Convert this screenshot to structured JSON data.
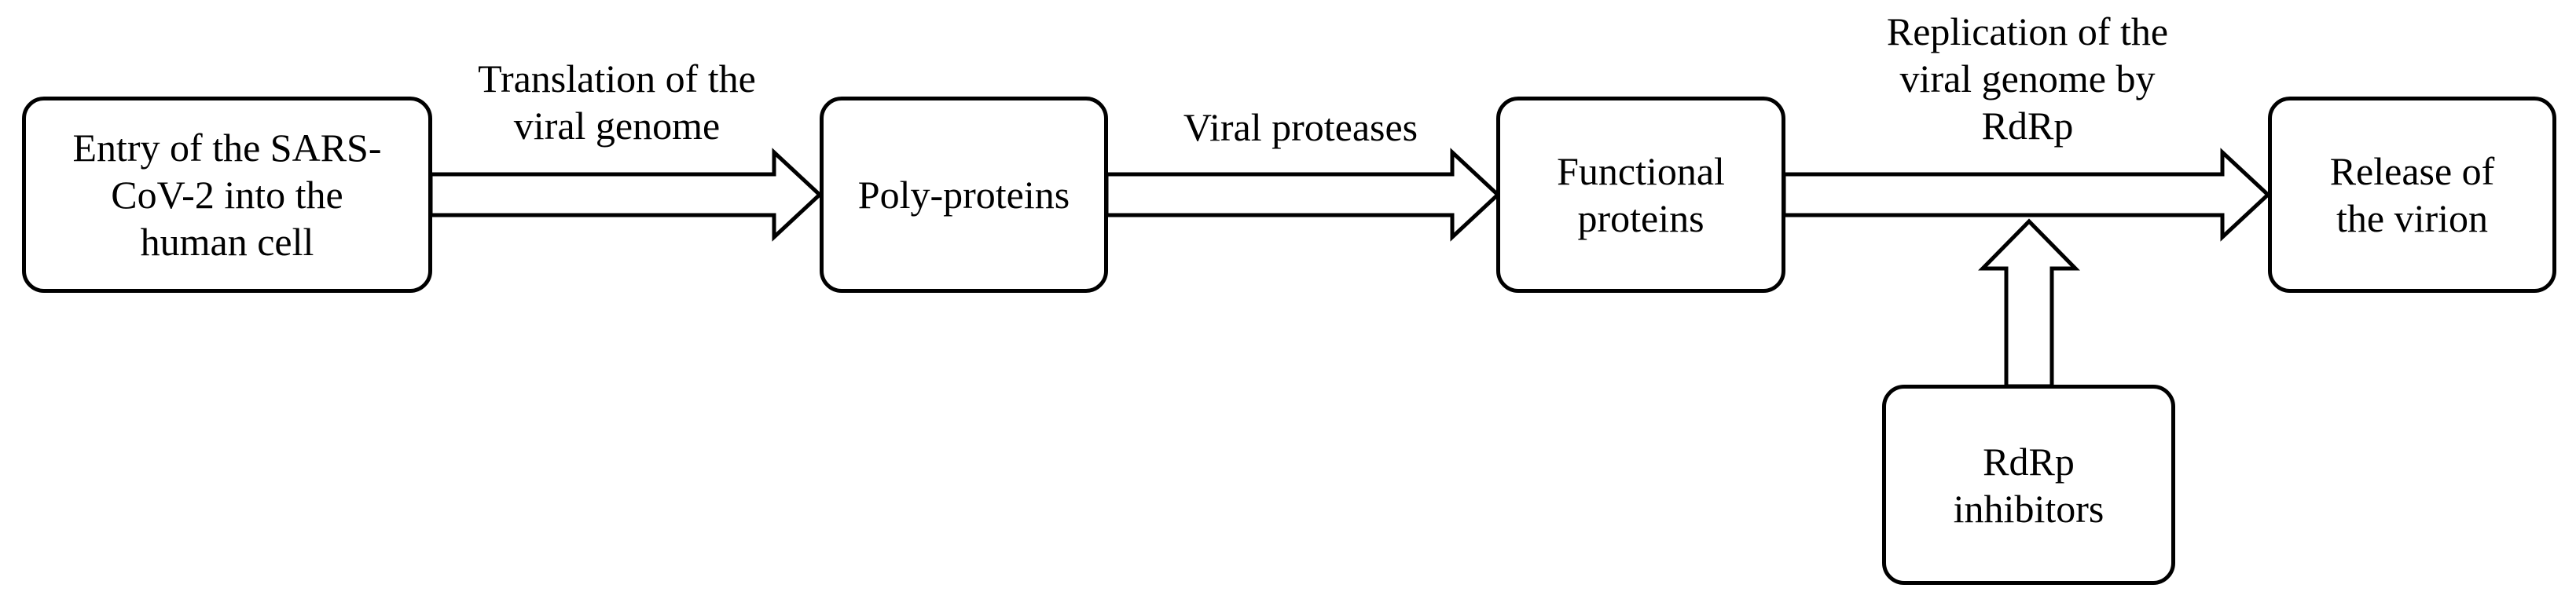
{
  "diagram": {
    "nodes": {
      "entry": "Entry of the SARS-\nCoV-2 into the\nhuman cell",
      "polyproteins": "Poly-proteins",
      "functional": "Functional\nproteins",
      "release": "Release of\nthe virion",
      "inhibitors": "RdRp\ninhibitors"
    },
    "edges": {
      "translation": "Translation of the\nviral genome",
      "proteases": "Viral proteases",
      "replication": "Replication of the\nviral genome by\nRdRp"
    }
  }
}
